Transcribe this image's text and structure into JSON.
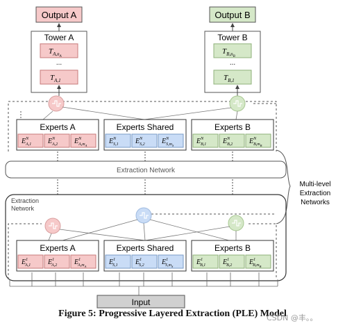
{
  "outputs": {
    "a": "Output A",
    "b": "Output B"
  },
  "towers": {
    "a": {
      "title": "Tower A",
      "top": "T",
      "top_sub": "A,n",
      "top_subsub": "A",
      "bottom": "T",
      "bottom_sub": "A,1",
      "dots": "..."
    },
    "b": {
      "title": "Tower B",
      "top": "T",
      "top_sub": "B,n",
      "top_subsub": "B",
      "bottom": "T",
      "bottom_sub": "B,1",
      "dots": "..."
    }
  },
  "upper_experts": {
    "a": {
      "title": "Experts A",
      "items": [
        {
          "base": "E",
          "sup": "N",
          "sub": "A,1"
        },
        {
          "base": "E",
          "sup": "N",
          "sub": "A,2"
        },
        {
          "base": "E",
          "sup": "N",
          "sub": "A,m",
          "subsub": "A"
        }
      ]
    },
    "shared": {
      "title": "Experts Shared",
      "items": [
        {
          "base": "E",
          "sup": "N",
          "sub": "S,1"
        },
        {
          "base": "E",
          "sup": "N",
          "sub": "S,2"
        },
        {
          "base": "E",
          "sup": "N",
          "sub": "S,m",
          "subsub": "S"
        }
      ]
    },
    "b": {
      "title": "Experts B",
      "items": [
        {
          "base": "E",
          "sup": "N",
          "sub": "B,1"
        },
        {
          "base": "E",
          "sup": "N",
          "sub": "B,2"
        },
        {
          "base": "E",
          "sup": "N",
          "sub": "B,m",
          "subsub": "B"
        }
      ]
    }
  },
  "extraction_bar": "Extraction Network",
  "multi_level_label": [
    "Multi-level",
    "Extraction",
    "Networks"
  ],
  "extraction_frame_label": [
    "Extraction",
    "Network"
  ],
  "lower_experts": {
    "a": {
      "title": "Experts A",
      "items": [
        {
          "base": "E",
          "sup": "1",
          "sub": "A,1"
        },
        {
          "base": "E",
          "sup": "1",
          "sub": "A,2"
        },
        {
          "base": "E",
          "sup": "1",
          "sub": "A,m",
          "subsub": "A"
        }
      ]
    },
    "shared": {
      "title": "Experts Shared",
      "items": [
        {
          "base": "E",
          "sup": "1",
          "sub": "S,1"
        },
        {
          "base": "E",
          "sup": "1",
          "sub": "S,2"
        },
        {
          "base": "E",
          "sup": "1",
          "sub": "S,m",
          "subsub": "S"
        }
      ]
    },
    "b": {
      "title": "Experts B",
      "items": [
        {
          "base": "E",
          "sup": "1",
          "sub": "B,1"
        },
        {
          "base": "E",
          "sup": "1",
          "sub": "B,2"
        },
        {
          "base": "E",
          "sup": "1",
          "sub": "B,m",
          "subsub": "B"
        }
      ]
    }
  },
  "input_label": "Input",
  "caption": "Figure 5: Progressive Layered Extraction (PLE) Model",
  "watermark": "CSDN @丰。。",
  "colors": {
    "red_fill": "#f6c9c9",
    "red_stroke": "#c77a7a",
    "blue_fill": "#c9dcf6",
    "blue_stroke": "#7a9bc7",
    "green_fill": "#d5e8c8",
    "green_stroke": "#8fb07a",
    "gray_fill": "#d0d0d0"
  }
}
